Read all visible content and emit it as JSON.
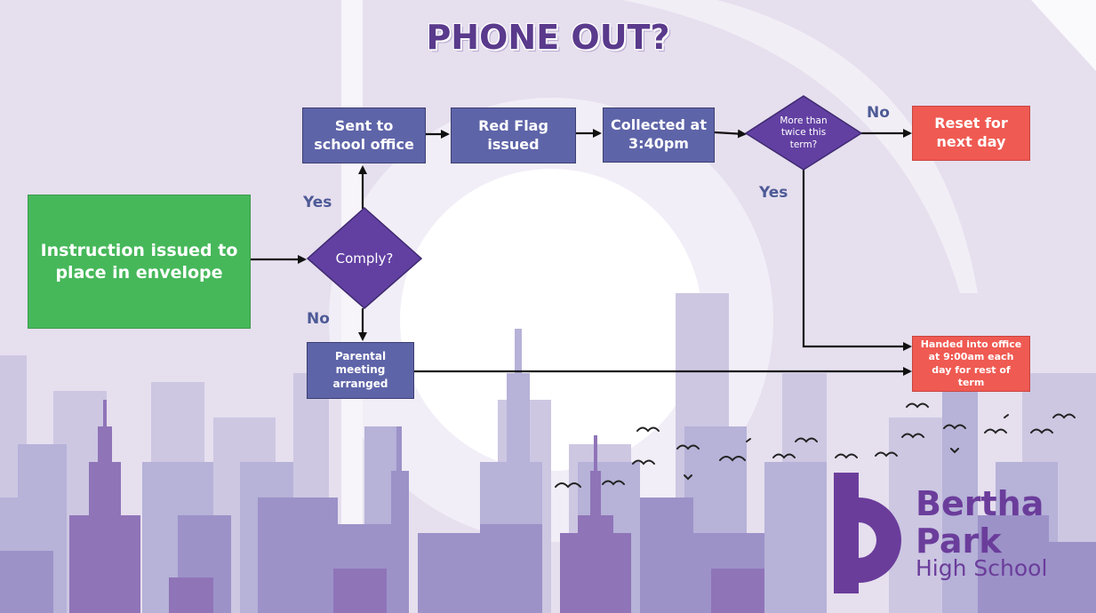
{
  "title": "PHONE OUT?",
  "nodes": {
    "instruction": "Instruction issued to place in envelope",
    "comply": "Comply?",
    "sent_office": "Sent to school office",
    "red_flag": "Red Flag issued",
    "collected": "Collected at 3:40pm",
    "more_than_twice": "More than twice this term?",
    "reset": "Reset for next day",
    "parental": "Parental meeting arranged",
    "handed_in": "Handed into office at 9:00am each day for rest of term"
  },
  "edge_labels": {
    "comply_yes": "Yes",
    "comply_no": "No",
    "twice_no": "No",
    "twice_yes": "Yes"
  },
  "logo": {
    "line1": "Bertha",
    "line2": "Park",
    "line3": "High School"
  },
  "colors": {
    "title": "#5a3a8c",
    "process": "#5e64a8",
    "start": "#46b85a",
    "decision": "#6240a2",
    "outcome": "#ef5a52",
    "label": "#4d5a96",
    "logo": "#6b3d9b"
  }
}
